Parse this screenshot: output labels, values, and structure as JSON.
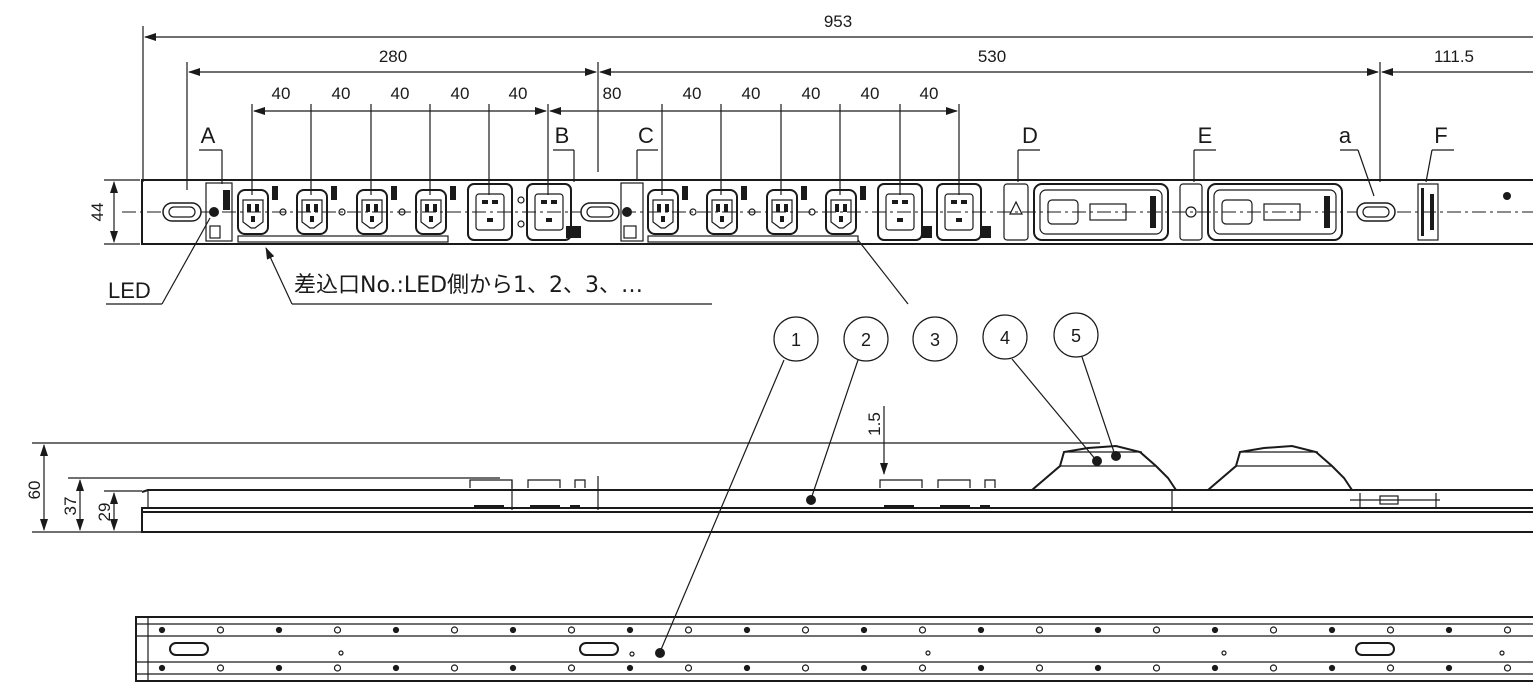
{
  "dimensions": {
    "overall": "953",
    "section1": "280",
    "section2": "530",
    "section3": "111.5",
    "pitch": "40",
    "gap": "80",
    "height_front": "44",
    "height_side_total": "60",
    "height_side_mid": "37",
    "height_side_low": "29",
    "thickness": "1.5"
  },
  "labels": {
    "A": "A",
    "B": "B",
    "C": "C",
    "D": "D",
    "E": "E",
    "a": "a",
    "F": "F"
  },
  "callouts": {
    "led": "LED",
    "outlet_note": "差込口No.:LED側から1、2、3、…"
  },
  "bubbles": [
    "1",
    "2",
    "3",
    "4",
    "5"
  ],
  "colors": {
    "line": "#1a1a1a",
    "background": "#ffffff"
  }
}
